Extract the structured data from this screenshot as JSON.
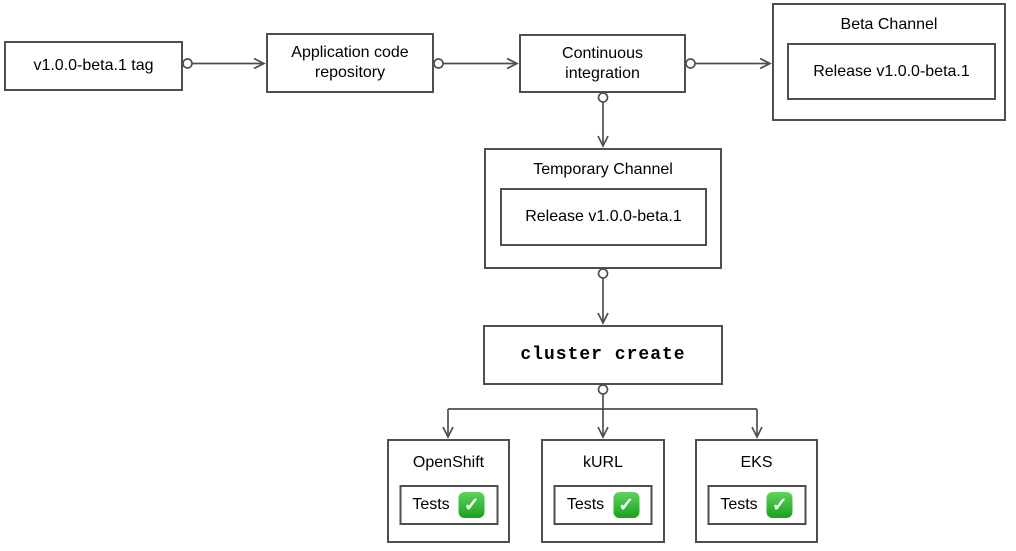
{
  "theme": {
    "background": "#ffffff",
    "node_border_color": "#4f4f4f",
    "arrow_color": "#4f4f4f",
    "text_color": "#000000",
    "check_green_top": "#5fd35f",
    "check_green_bottom": "#1aa11a",
    "check_glyph_color": "#ffffff"
  },
  "icons": {
    "check": "✓"
  },
  "nodes": {
    "tag": {
      "label": "v1.0.0-beta.1 tag"
    },
    "repo": {
      "label": "Application code repository"
    },
    "ci": {
      "label": "Continuous integration"
    },
    "beta_channel": {
      "title": "Beta Channel",
      "release_label": "Release v1.0.0-beta.1"
    },
    "temporary_channel": {
      "title": "Temporary Channel",
      "release_label": "Release v1.0.0-beta.1"
    },
    "cluster_create": {
      "label": "cluster create"
    },
    "clusters": [
      {
        "title": "OpenShift",
        "tests_label": "Tests",
        "status_icon": "check-mark-icon"
      },
      {
        "title": "kURL",
        "tests_label": "Tests",
        "status_icon": "check-mark-icon"
      },
      {
        "title": "EKS",
        "tests_label": "Tests",
        "status_icon": "check-mark-icon"
      }
    ]
  }
}
